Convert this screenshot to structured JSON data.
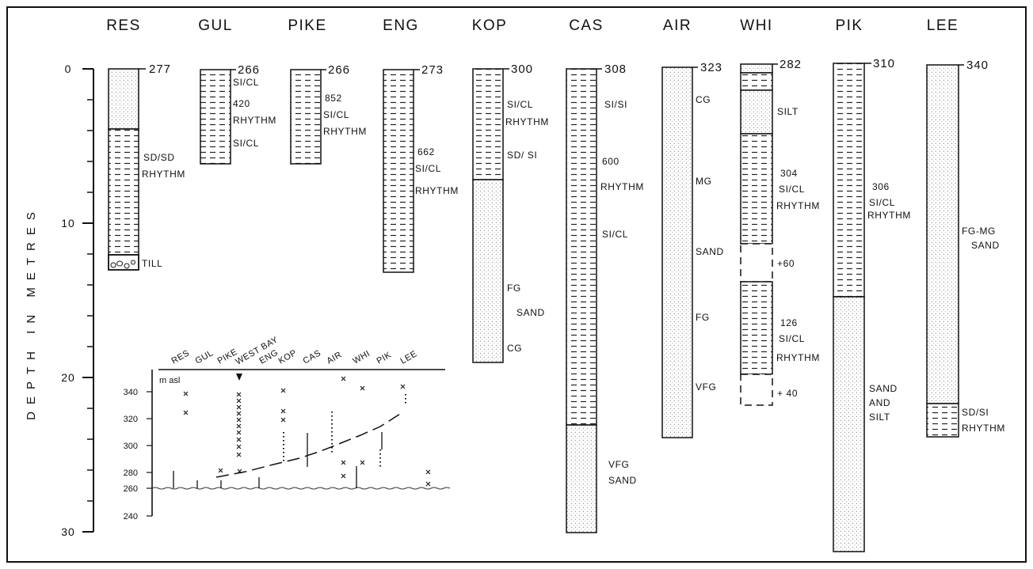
{
  "axis": {
    "title": "DEPTH IN METRES",
    "ticks": [
      "0",
      "10",
      "20",
      "30"
    ]
  },
  "columns": [
    {
      "code": "RES",
      "top_elev": "277",
      "labels": [
        "SD/SD",
        "RHYTHM",
        "TILL"
      ]
    },
    {
      "code": "GUL",
      "top_elev": "266",
      "labels": [
        "SI/CL",
        "420",
        "RHYTHM",
        "SI/CL"
      ]
    },
    {
      "code": "PIKE",
      "top_elev": "266",
      "labels": [
        "852",
        "SI/CL",
        "RHYTHM"
      ]
    },
    {
      "code": "ENG",
      "top_elev": "273",
      "labels": [
        "662",
        "SI/CL",
        "RHYTHM"
      ]
    },
    {
      "code": "KOP",
      "top_elev": "300",
      "labels": [
        "SI/CL",
        "RHYTHM",
        "SD/ SI",
        "FG",
        "SAND",
        "CG"
      ]
    },
    {
      "code": "CAS",
      "top_elev": "308",
      "labels": [
        "SI/SI",
        "600",
        "RHYTHM",
        "SI/CL",
        "VFG",
        "SAND"
      ]
    },
    {
      "code": "AIR",
      "top_elev": "323",
      "labels": [
        "CG",
        "MG",
        "SAND",
        "FG",
        "VFG"
      ]
    },
    {
      "code": "WHI",
      "top_elev": "282",
      "labels": [
        "SILT",
        "304",
        "SI/CL",
        "RHYTHM",
        "+60",
        "126",
        "SI/CL",
        "RHYTHM",
        "+ 40"
      ]
    },
    {
      "code": "PIK",
      "top_elev": "310",
      "labels": [
        "306",
        "SI/CL",
        "RHYTHM",
        "SAND",
        "AND",
        "SILT"
      ]
    },
    {
      "code": "LEE",
      "top_elev": "340",
      "labels": [
        "FG-MG",
        "SAND",
        "SD/SI",
        "RHYTHM"
      ]
    }
  ],
  "inset": {
    "unit": "m asl",
    "sites": [
      "RES",
      "GUL",
      "PIKE",
      "WEST BAY",
      "ENG",
      "KOP",
      "CAS",
      "AIR",
      "WHI",
      "PIK",
      "LEE"
    ],
    "y_ticks": [
      "340",
      "320",
      "300",
      "280",
      "260",
      "240"
    ]
  }
}
